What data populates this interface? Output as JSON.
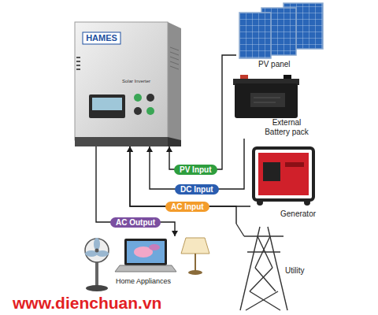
{
  "diagram": {
    "nodes": [
      {
        "text": [
          "HAMES",
          "Solar Inverter"
        ]
      },
      {
        "text": [
          "PV panel"
        ]
      },
      {
        "text": [
          "External Battery pack"
        ]
      },
      {
        "text": [
          "Generator"
        ]
      },
      {
        "text": [
          "Utility"
        ]
      },
      {
        "text": [
          "Home Appliances"
        ]
      }
    ],
    "edges": [
      {
        "from": 1,
        "to": 0,
        "label": "PV Input",
        "arrow": "to"
      },
      {
        "from": 2,
        "to": 0,
        "label": "DC Input",
        "arrow": "to"
      },
      {
        "from": 3,
        "to": 0,
        "label": "AC Input",
        "arrow": "to"
      },
      {
        "from": 4,
        "to": 0,
        "arrow": "to"
      },
      {
        "from": 0,
        "to": 5,
        "label": "AC Output",
        "arrow": "to"
      }
    ],
    "labels": [
      "www.dienchuan.vn"
    ]
  }
}
